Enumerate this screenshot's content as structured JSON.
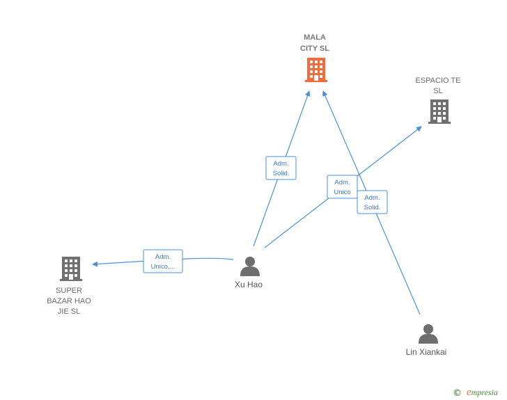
{
  "colors": {
    "edge": "#4a90d9",
    "company_highlight": "#f26b3a",
    "company_default": "#707070",
    "person": "#6e6e6e"
  },
  "companies": [
    {
      "id": "mala",
      "lines": [
        "MALA",
        "CITY  SL"
      ],
      "highlight": true,
      "icon": "building-icon"
    },
    {
      "id": "espacio",
      "lines": [
        "ESPACIO TE",
        "SL"
      ],
      "highlight": false,
      "icon": "building-icon"
    },
    {
      "id": "super",
      "lines": [
        "SUPER",
        "BAZAR HAO",
        "JIE  SL"
      ],
      "highlight": false,
      "icon": "building-icon"
    }
  ],
  "people": [
    {
      "id": "xuhao",
      "name": "Xu Hao",
      "icon": "person-icon"
    },
    {
      "id": "lin",
      "name": "Lin Xiankai",
      "icon": "person-icon"
    }
  ],
  "relations": [
    {
      "id": "r1",
      "lines": [
        "Adm.",
        "Solid."
      ]
    },
    {
      "id": "r2",
      "lines": [
        "Adm.",
        "Unico"
      ]
    },
    {
      "id": "r3",
      "lines": [
        "Adm.",
        "Solid."
      ]
    },
    {
      "id": "r4",
      "lines": [
        "Adm.",
        "Unico,..."
      ]
    }
  ],
  "footer": {
    "copyright": "©",
    "brand_initial": "e",
    "brand_rest": "mpresia"
  }
}
